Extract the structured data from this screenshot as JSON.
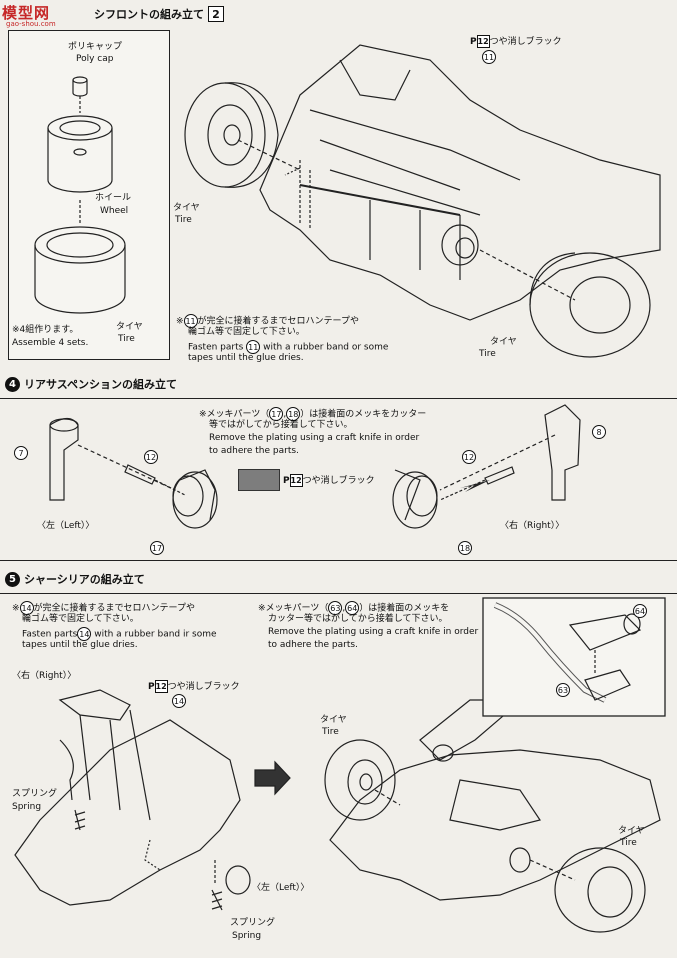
{
  "watermark": {
    "logo": "模型网",
    "url": "gao-shou.com"
  },
  "step_front": {
    "title": "シフロントの組み立て",
    "step_number": "2",
    "paint_code": "P",
    "paint_number": "12",
    "paint_label": "つや消しブラック",
    "part_11": "11",
    "polycap_jp": "ポリキャップ",
    "polycap_en": "Poly cap",
    "wheel_jp": "ホイール",
    "wheel_en": "Wheel",
    "tire_jp_1": "タイヤ",
    "tire_en_1": "Tire",
    "tire_jp_2": "タイヤ",
    "tire_en_2": "Tire",
    "tire_jp_3": "タイヤ",
    "tire_en_3": "Tire",
    "assemble_jp": "※4組作ります。",
    "assemble_en": "Assemble 4 sets.",
    "note_jp_a": "※",
    "note_jp_part": "11",
    "note_jp_b": "が完全に接着するまでセロハンテープや",
    "note_jp_c": "輪ゴム等で固定して下さい。",
    "note_en_a": "Fasten parts",
    "note_en_part": "11",
    "note_en_b": "with a rubber band or some",
    "note_en_c": "tapes until the glue dries."
  },
  "step4": {
    "number": "4",
    "title": "リアサスペンションの組み立て",
    "note_jp_1": "※メッキパーツ（",
    "part_17": "17",
    "part_18": "18",
    "note_jp_2": "）は接着面のメッキをカッター",
    "note_jp_3": "等ではがしてから接着して下さい。",
    "note_en_1": "Remove the plating using a craft knife in order",
    "note_en_2": "to adhere the parts.",
    "paint_code": "P",
    "paint_number": "12",
    "paint_label": "つや消しブラック",
    "left_label": "〈左（Left）〉",
    "right_label": "〈右（Right）〉",
    "part_7": "7",
    "part_8": "8",
    "part_12a": "12",
    "part_12b": "12",
    "part_17b": "17",
    "part_18b": "18"
  },
  "step5": {
    "number": "5",
    "title": "シャーシリアの組み立て",
    "note1_jp_1": "※",
    "note1_part": "14",
    "note1_jp_2": "が完全に接着するまでセロハンテープや",
    "note1_jp_3": "輪ゴム等で固定して下さい。",
    "note1_en_1": "Fasten parts",
    "note1_en_part": "14",
    "note1_en_2": "with a rubber band ir some",
    "note1_en_3": "tapes until the glue dries.",
    "note2_jp_1": "※メッキパーツ（",
    "part_63": "63",
    "part_64": "64",
    "note2_jp_2": "）は接着面のメッキを",
    "note2_jp_3": "カッター等ではがしてから接着して下さい。",
    "note2_en_1": "Remove the plating using a craft knife in order",
    "note2_en_2": "to adhere the parts.",
    "right_label": "〈右（Right）〉",
    "paint_code": "P",
    "paint_number": "12",
    "paint_label": "つや消しブラック",
    "part_14": "14",
    "spring_jp_1": "スプリング",
    "spring_en_1": "Spring",
    "spring_jp_2": "スプリング",
    "spring_en_2": "Spring",
    "left_label": "〈左（Left）〉",
    "tire_jp_1": "タイヤ",
    "tire_en_1": "Tire",
    "tire_jp_2": "タイヤ",
    "tire_en_2": "Tire",
    "part_64b": "64",
    "part_63b": "63"
  }
}
